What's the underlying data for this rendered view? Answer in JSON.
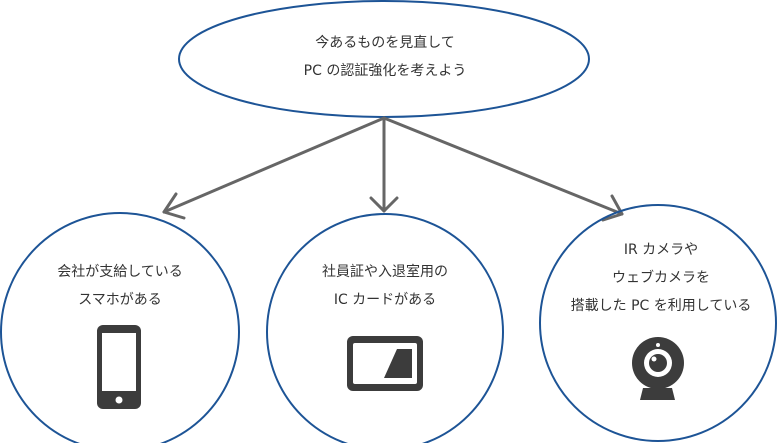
{
  "colors": {
    "ellipse_stroke": "#1d5496",
    "arrow": "#666666",
    "icon": "#3c3c3c",
    "text": "#333333"
  },
  "top_node": {
    "lines": [
      "今あるものを見直して",
      "PC の認証強化を考えよう"
    ]
  },
  "nodes": [
    {
      "lines": [
        "会社が支給している",
        "スマホがある"
      ],
      "icon": "smartphone-icon"
    },
    {
      "lines": [
        "社員証や入退室用の",
        "IC カードがある"
      ],
      "icon": "ic-card-icon"
    },
    {
      "lines": [
        "IR カメラや",
        "ウェブカメラを",
        "搭載した PC を利用している"
      ],
      "icon": "webcam-icon"
    }
  ]
}
